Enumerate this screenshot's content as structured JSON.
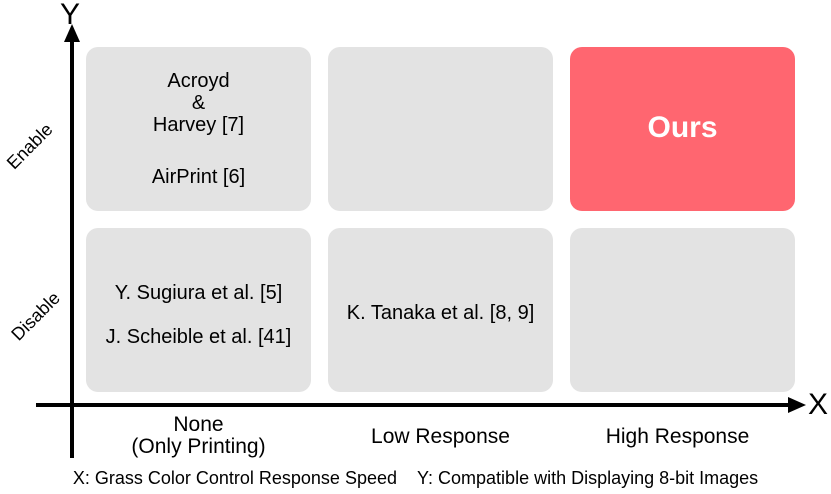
{
  "axes": {
    "x_letter": "X",
    "y_letter": "Y",
    "y_labels": [
      "Enable",
      "Disable"
    ],
    "x_labels": [
      "None",
      "(Only Printing)",
      "Low Response",
      "High Response"
    ]
  },
  "cells": {
    "enable_none": [
      "Acroyd",
      "&",
      "Harvey [7]",
      "AirPrint [6]"
    ],
    "enable_high": "Ours",
    "disable_none": [
      "Y. Sugiura et al. [5]",
      "J. Scheible et al. [41]"
    ],
    "disable_low": "K. Tanaka et al. [8, 9]"
  },
  "caption": {
    "x": "X: Grass Color Control Response Speed",
    "y": "Y: Compatible with Displaying 8-bit Images"
  },
  "colors": {
    "highlight": "#ff6670",
    "cell": "#e3e3e3"
  }
}
